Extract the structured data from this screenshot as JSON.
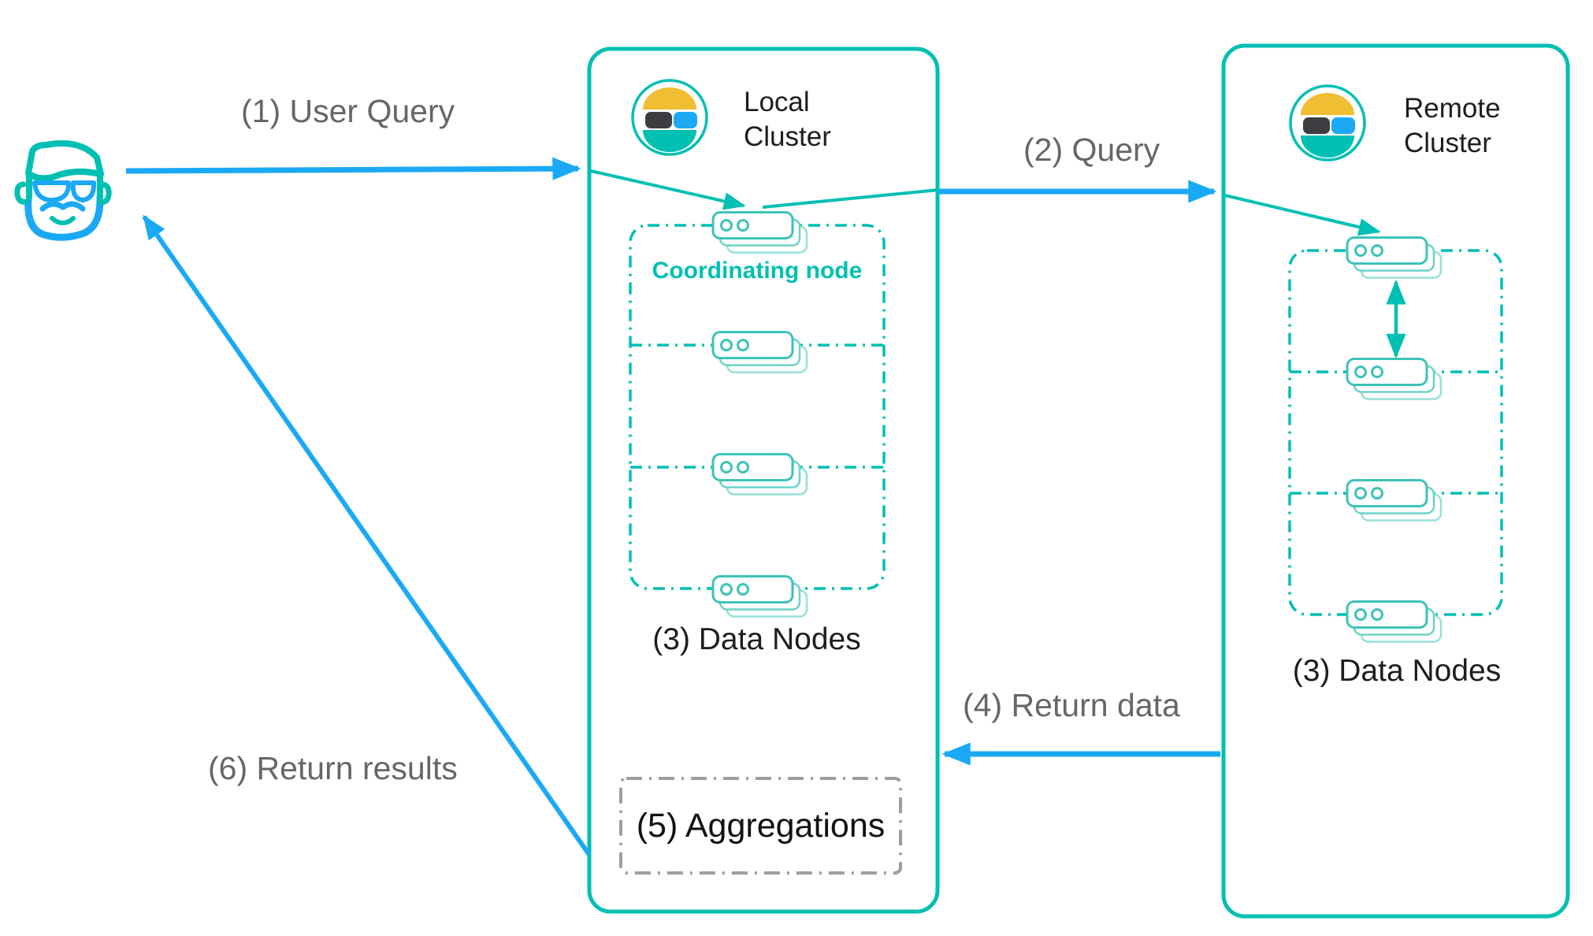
{
  "colors": {
    "teal": "#00BFB3",
    "blue": "#1BA9F5",
    "gray_text": "#666666",
    "box_gray": "#9E9E9E",
    "dark_text": "#1D1D1D",
    "node_main": "#3DC3B8",
    "node_mid": "#6BD2C8",
    "node_light": "#97E0D8",
    "logo_yellow": "#F0BE33",
    "logo_dark": "#3C3C41"
  },
  "icons": {
    "user": "user-face-icon",
    "cluster_logo": "elastic-logo-icon",
    "node": "node-stack-icon"
  },
  "labels": {
    "step1": "(1) User Query",
    "step2": "(2) Query",
    "step4": "(4) Return data",
    "step6": "(6) Return results"
  },
  "local_cluster": {
    "title": "Local\nCluster",
    "coordinating_node": "Coordinating node",
    "data_nodes": "(3) Data Nodes",
    "aggregations": "(5) Aggregations"
  },
  "remote_cluster": {
    "title": "Remote\nCluster",
    "data_nodes": "(3) Data Nodes"
  }
}
